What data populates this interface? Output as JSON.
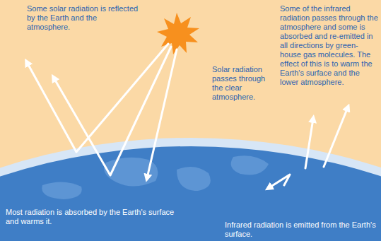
{
  "diagram": {
    "labels": [
      "Some solar radiation is reflected by the Earth and the atmosphere.",
      "Solar radiation passes through the clear atmosphere.",
      "Some of the infrared radiation passes through the atmosphere and some is absorbed and re-emitted in all directions by green-house gas molecules. The effect of this is to warm the Earth's surface and the lower atmosphere.",
      "Most radiation is absorbed by the Earth's surface and warms it.",
      "Infrared radiation is emitted from the Earth's surface."
    ]
  }
}
